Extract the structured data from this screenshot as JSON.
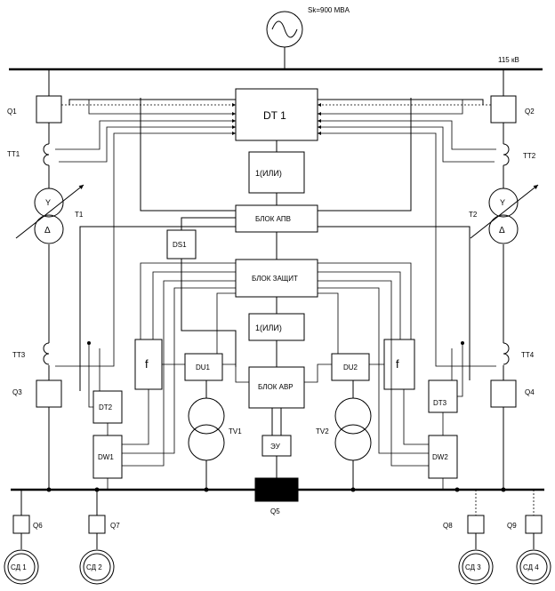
{
  "source": {
    "label": "Sk=900 MBA"
  },
  "bus_hv": {
    "label": "115 кВ"
  },
  "breakers": {
    "q1": "Q1",
    "q2": "Q2",
    "q3": "Q3",
    "q4": "Q4",
    "q5": "Q5",
    "q6": "Q6",
    "q7": "Q7",
    "q8": "Q8",
    "q9": "Q9"
  },
  "current_transformers": {
    "tt1": "TT1",
    "tt2": "TT2",
    "tt3": "TT3",
    "tt4": "TT4"
  },
  "power_transformers": {
    "t1": "T1",
    "t2": "T2",
    "star": "Y",
    "delta": "Δ"
  },
  "voltage_transformers": {
    "tv1": "TV1",
    "tv2": "TV2"
  },
  "blocks": {
    "dt1": "DT 1",
    "or_top": "1(ИЛИ)",
    "apv": "БЛОК АПВ",
    "ds1": "DS1",
    "zashit": "БЛОК ЗАЩИТ",
    "or_mid": "1(ИЛИ)",
    "avr": "БЛОК АВР",
    "eu": "ЭУ",
    "du1": "DU1",
    "du2": "DU2",
    "f_left": "f",
    "f_right": "f",
    "dt2": "DT2",
    "dt3": "DT3",
    "dw1": "DW1",
    "dw2": "DW2"
  },
  "motors": {
    "m1": "СД 1",
    "m2": "СД 2",
    "m3": "СД 3",
    "m4": "СД 4"
  }
}
